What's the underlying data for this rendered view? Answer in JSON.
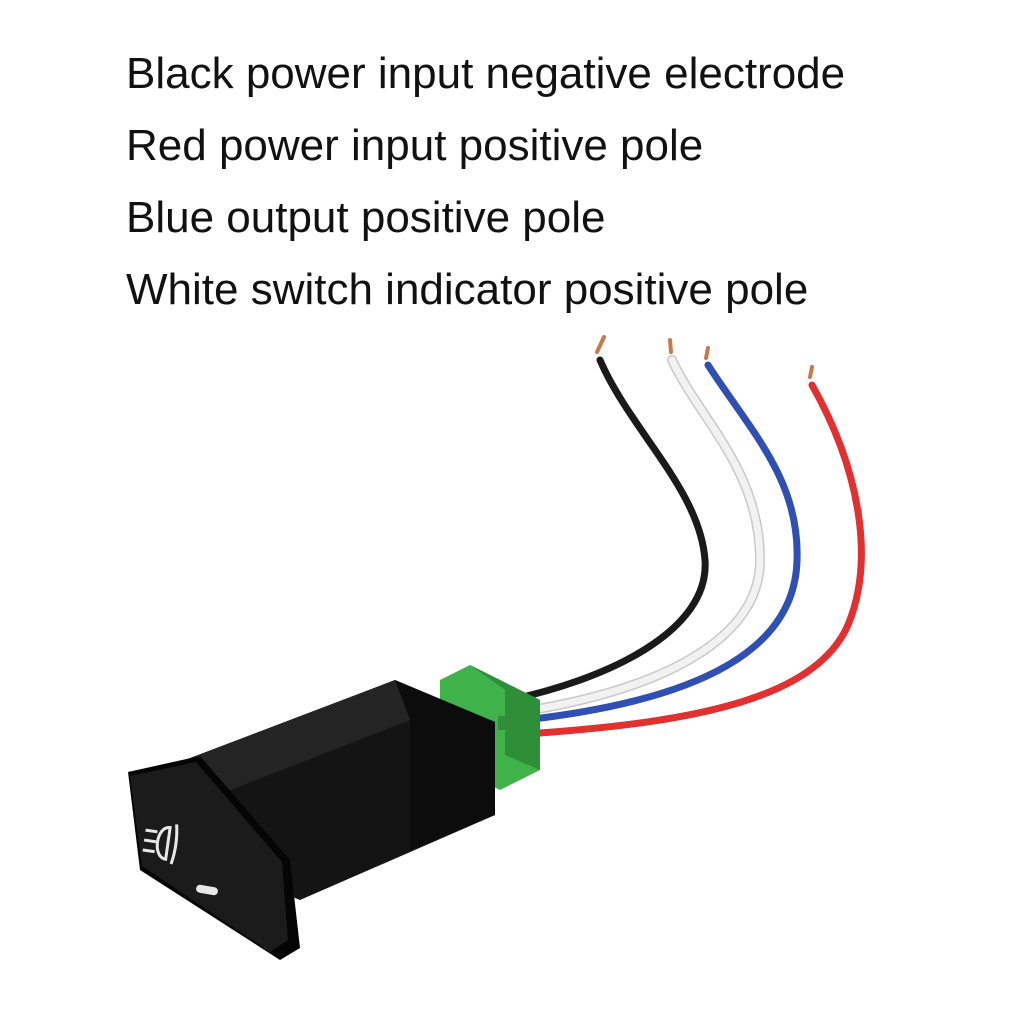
{
  "labels": [
    "Black power input negative electrode",
    "Red power input positive pole",
    "Blue output positive pole",
    "White switch indicator positive pole"
  ],
  "wire_colors": {
    "black": "#1a1a1a",
    "white": "#f2f2f2",
    "blue": "#2f4fb3",
    "red": "#e03030",
    "copper": "#c8784a"
  },
  "switch_colors": {
    "body": "#141414",
    "connector": "#3fb34a",
    "icon": "#e8e8e8"
  },
  "switch_icon": "fog-light-icon",
  "indicator_icon": "led-indicator-icon"
}
